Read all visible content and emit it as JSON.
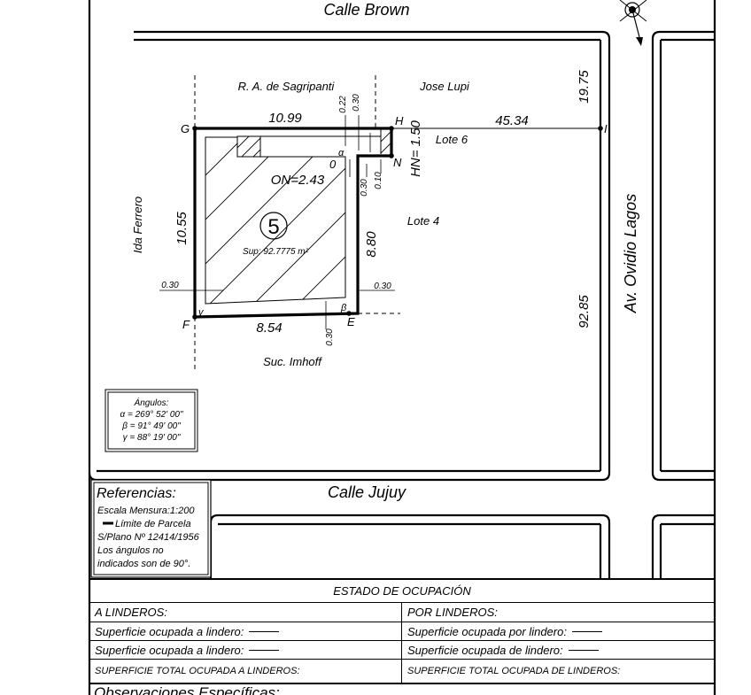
{
  "streets": {
    "top": "Calle Brown",
    "bottom": "Calle Jujuy",
    "right": "Av. Ovidio Lagos"
  },
  "neighbors": {
    "top": "R. A. de Sagripanti",
    "top_right": "Jose Lupi",
    "left": "Ida Ferrero",
    "bottom": "Suc. Imhoff",
    "lote6": "Lote 6",
    "lote4": "Lote 4"
  },
  "vertices": {
    "G": "G",
    "H": "H",
    "I": "I",
    "N": "N",
    "O": "0",
    "F": "F",
    "E": "E",
    "alpha": "α",
    "beta": "β",
    "gamma": "γ"
  },
  "measures": {
    "gh": "10.99",
    "hi": "45.34",
    "right_top": "19.75",
    "right_bottom": "92.85",
    "gf": "10.55",
    "fe": "8.54",
    "e_up": "8.80",
    "hn": "HN= 1.50",
    "on": "ON=2.43",
    "d022": "0.22",
    "d030_top": "0.30",
    "d030_mid": "0.30",
    "d010": "0.10",
    "d030_left": "0.30",
    "d030_right": "0.30",
    "d030_bottom": "0.30"
  },
  "parcel": {
    "number": "5",
    "area": "Sup: 92.7775 m²"
  },
  "angles": {
    "title": "Ángulos:",
    "alpha": "α = 269° 52' 00\"",
    "beta": "β = 91° 49' 00\"",
    "gamma": "γ = 88° 19' 00\""
  },
  "references": {
    "title": "Referencias:",
    "scale": "Escala Mensura:1:200",
    "limit": "Límite de Parcela",
    "plano": "S/Plano Nº 12414/1956",
    "note1": "Los ángulos no",
    "note2": "indicados son de 90°."
  },
  "occupation": {
    "title": "ESTADO DE OCUPACIÓN",
    "a_linderos": "A LINDEROS:",
    "por_linderos": "POR LINDEROS:",
    "sup_a1": "Superficie ocupada a lindero:",
    "sup_por": "Superficie ocupada por lindero:",
    "sup_a2": "Superficie ocupada a lindero:",
    "sup_de": "Superficie ocupada de lindero:",
    "total_a": "SUPERFICIE TOTAL OCUPADA A LINDEROS:",
    "total_de": "SUPERFICIE TOTAL OCUPADA DE LINDEROS:",
    "observaciones": "Observaciones Específicas:"
  },
  "colors": {
    "ink": "#000000",
    "paper": "#ffffff"
  },
  "icons": {
    "north": "north-arrow-icon"
  }
}
